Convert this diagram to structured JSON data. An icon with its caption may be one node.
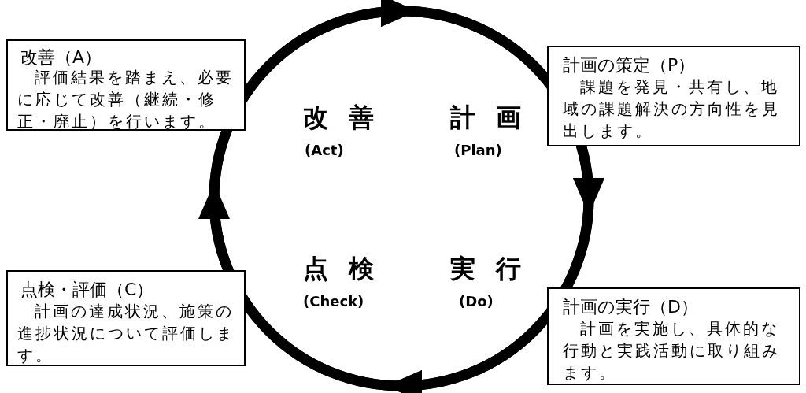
{
  "diagram": {
    "nodes": [
      {
        "text": [
          "改善（A）",
          "評価結果を踏まえ、必要に応じて改善（継続・修正・廃止）を行います。"
        ]
      },
      {
        "text": [
          "計画の策定（P）",
          "課題を発見・共有し、地域の課題解決の方向性を見出します。"
        ]
      },
      {
        "text": [
          "点検・評価（C）",
          "計画の達成状況、施策の進捗状況について評価します。"
        ]
      },
      {
        "text": [
          "計画の実行（D）",
          "計画を実施し、具体的な行動と実践活動に取り組みます。"
        ]
      }
    ],
    "labels": [
      "改善",
      "(Act)",
      "計画",
      "(Plan)",
      "点検",
      "(Check)",
      "実行",
      "(Do)"
    ]
  }
}
